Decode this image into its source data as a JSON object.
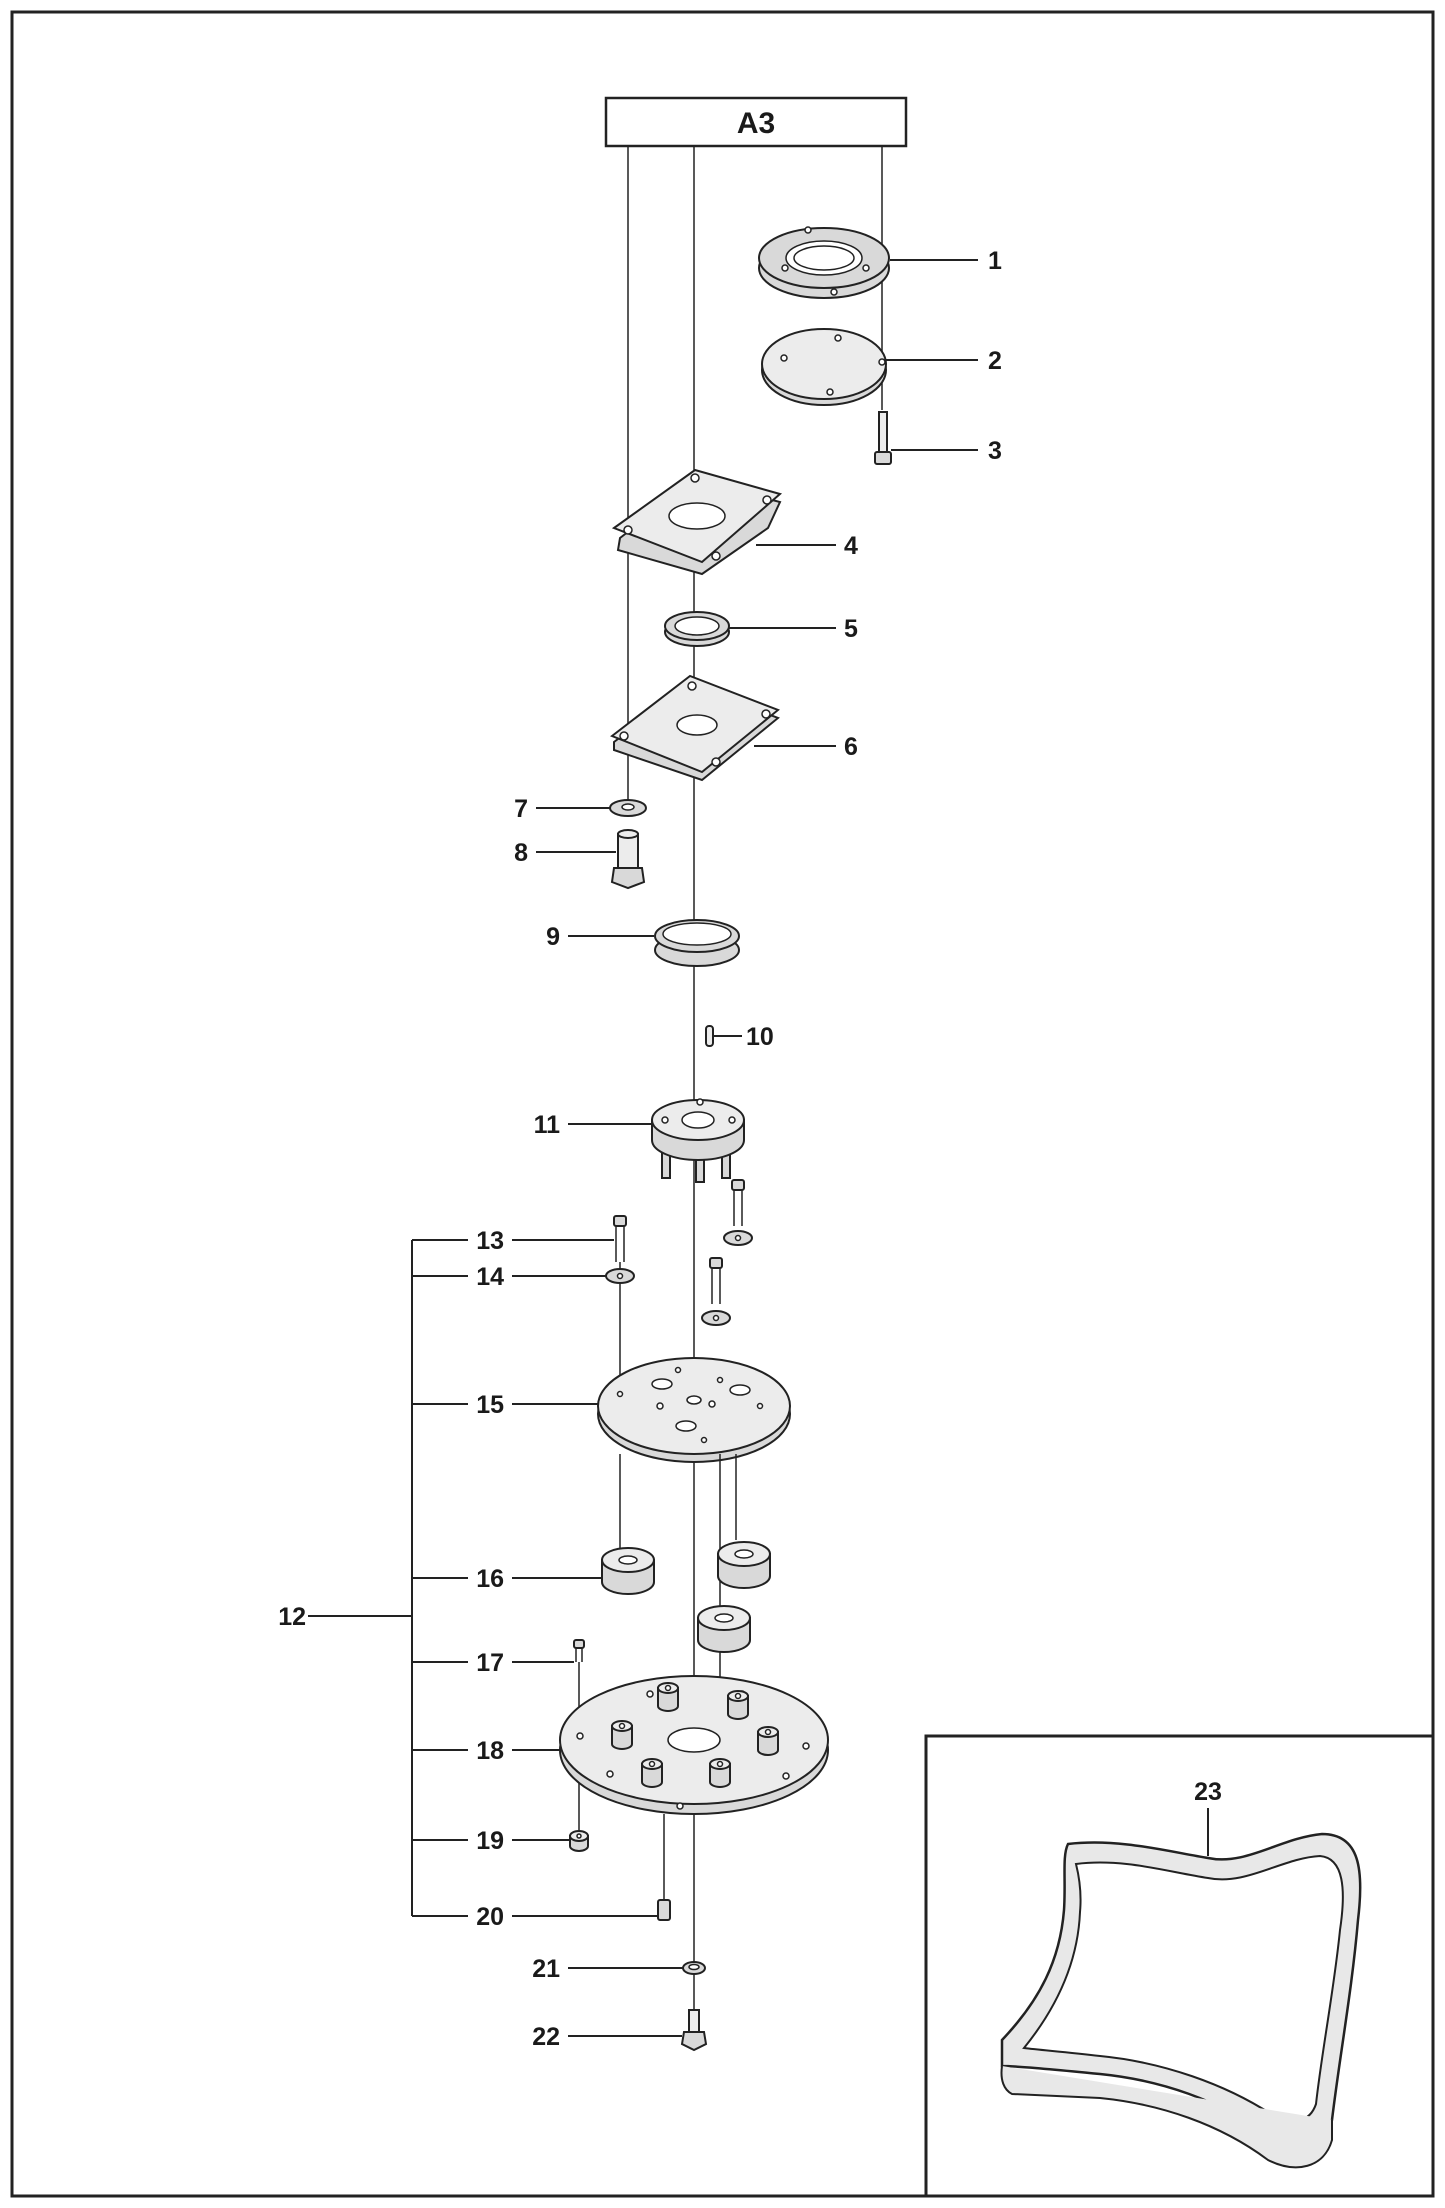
{
  "assembly_label": "A3",
  "callouts": [
    "1",
    "2",
    "3",
    "4",
    "5",
    "6",
    "7",
    "8",
    "9",
    "10",
    "11",
    "12",
    "13",
    "14",
    "15",
    "16",
    "17",
    "18",
    "19",
    "20",
    "21",
    "22",
    "23"
  ]
}
